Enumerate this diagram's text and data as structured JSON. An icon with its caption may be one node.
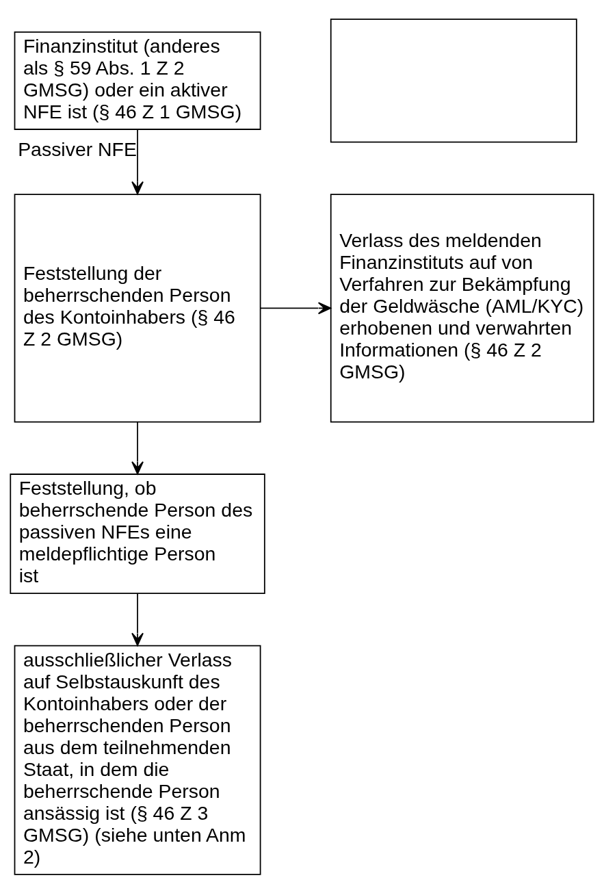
{
  "diagram": {
    "nodes": [
      {
        "text": [
          "Finanzinstitut (anderes als § 59 Abs. 1 Z 2 GMSG) oder ein aktiver NFE ist (§ 46 Z 1 GMSG)"
        ]
      },
      {
        "text": [],
        "shape": "box"
      },
      {
        "text": [
          "Feststellung der beherrschenden Person des Kontoinhabers (§ 46 Z 2 GMSG)"
        ]
      },
      {
        "text": [
          "Verlass des meldenden Finanzinstituts auf von Verfahren zur Bekämpfung der Geldwäsche (AML/KYC) erhobenen und verwahrten Informationen (§ 46 Z 2 GMSG)"
        ]
      },
      {
        "text": [
          "Feststellung, ob beherrschende Person des passiven NFEs eine meldepflichtige Person ist"
        ]
      },
      {
        "text": [
          "ausschließlicher Verlass auf Selbstauskunft des Kontoinhabers oder der beherrschenden Person aus dem teilnehmenden Staat, in dem die beherrschende Person ansässig ist (§ 46 Z 3 GMSG) (siehe unten Anm 2)"
        ]
      }
    ],
    "edges": [
      {
        "from": 0,
        "to": 2,
        "arrow": "to",
        "label": "Passiver NFE"
      },
      {
        "from": 2,
        "to": 3,
        "arrow": "to"
      },
      {
        "from": 2,
        "to": 4,
        "arrow": "to"
      },
      {
        "from": 4,
        "to": 5,
        "arrow": "to"
      }
    ]
  }
}
